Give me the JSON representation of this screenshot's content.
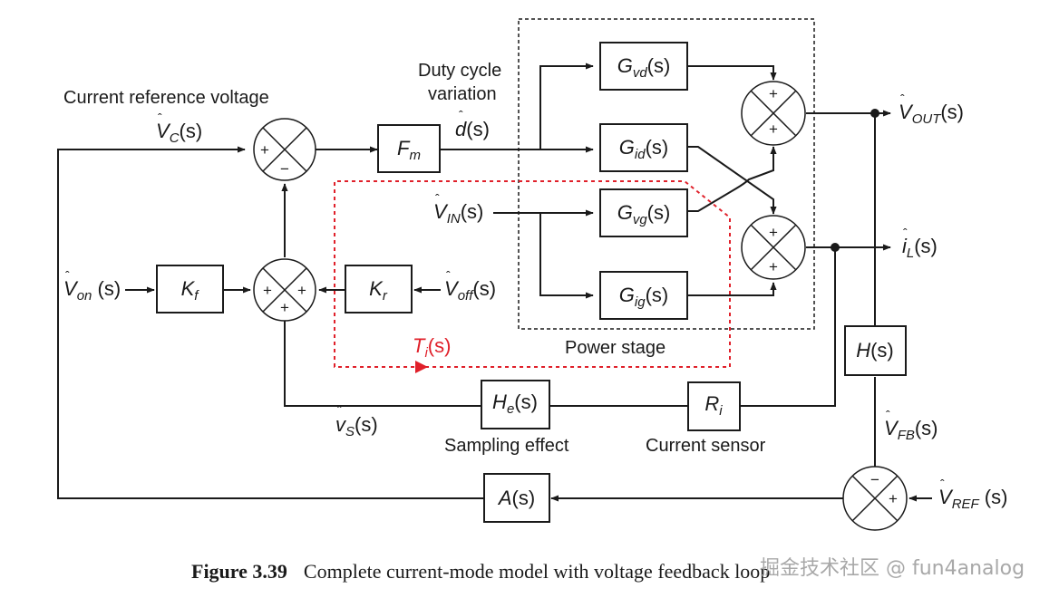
{
  "figure": {
    "caption_number": "Figure 3.39",
    "caption_text": "Complete current-mode model with voltage feedback loop",
    "watermark": "掘金技术社区 @ fun4analog"
  },
  "labels": {
    "current_reference": "Current reference voltage",
    "duty_line1": "Duty cycle",
    "duty_line2": "variation",
    "power_stage": "Power stage",
    "sampling_effect": "Sampling effect",
    "current_sensor": "Current sensor"
  },
  "blocks": {
    "fm": {
      "main": "F",
      "sub": "m",
      "tail": ""
    },
    "gvd": {
      "main": "G",
      "sub": "vd",
      "tail": "(s)"
    },
    "gid": {
      "main": "G",
      "sub": "id",
      "tail": "(s)"
    },
    "gvg": {
      "main": "G",
      "sub": "vg",
      "tail": "(s)"
    },
    "gig": {
      "main": "G",
      "sub": "ig",
      "tail": "(s)"
    },
    "kf": {
      "main": "K",
      "sub": "f",
      "tail": ""
    },
    "kr": {
      "main": "K",
      "sub": "r",
      "tail": ""
    },
    "he": {
      "main": "H",
      "sub": "e",
      "tail": "(s)"
    },
    "ri": {
      "main": "R",
      "sub": "i",
      "tail": ""
    },
    "hs": {
      "main": "H",
      "sub": "",
      "tail": "(s)"
    },
    "as": {
      "main": "A",
      "sub": "",
      "tail": "(s)"
    }
  },
  "signals": {
    "vc": {
      "main": "V",
      "sub": "C",
      "tail": "(s)"
    },
    "d": {
      "main": "d",
      "sub": "",
      "tail": "(s)"
    },
    "vout": {
      "main": "V",
      "sub": "OUT",
      "tail": "(s)"
    },
    "il": {
      "main": "i",
      "sub": "L",
      "tail": "(s)"
    },
    "vin": {
      "main": "V",
      "sub": "IN",
      "tail": "(s)"
    },
    "von": {
      "main": "V",
      "sub": "on",
      "tail": " (s)"
    },
    "voff": {
      "main": "V",
      "sub": "off",
      "tail": "(s)"
    },
    "vs": {
      "main": "v",
      "sub": "S",
      "tail": "(s)"
    },
    "vfb": {
      "main": "V",
      "sub": "FB",
      "tail": "(s)"
    },
    "vref": {
      "main": "V",
      "sub": "REF",
      "tail": " (s)"
    },
    "ti": {
      "main": "T",
      "sub": "i",
      "tail": "(s)"
    }
  },
  "summers": {
    "main_plus": "+",
    "minus": "−"
  },
  "colors": {
    "line": "#1a1a1a",
    "loop_highlight": "#e0202a"
  }
}
